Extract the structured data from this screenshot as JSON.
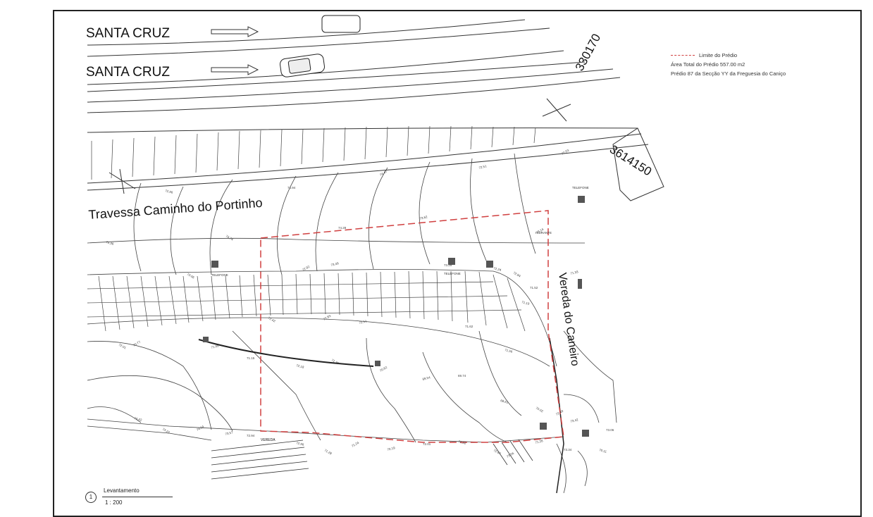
{
  "streets": {
    "top_1": "SANTA CRUZ",
    "top_2": "SANTA CRUZ",
    "travessa": "Travessa Caminho do Portinho",
    "vereda": "Vereda do Caneiro",
    "vereda_small": "VEREDA"
  },
  "coordinates": {
    "x_value": "330170",
    "y_value": "3614150"
  },
  "legend": {
    "boundary_label": "Limite do Prédio",
    "area_text": "Área Total do Prédio 557.00 m2",
    "parcel_text": "Prédio 87 da Secção YY da Freguesia do Caniço",
    "boundary_color": "#d04040"
  },
  "scale_block": {
    "number": "1",
    "title": "Levantamento",
    "ratio": "1 : 200"
  },
  "spot_levels": [
    "72.53",
    "72.51",
    "74.94",
    "72.96",
    "74.74",
    "74.47",
    "73.62",
    "74.28",
    "75.36",
    "73.06",
    "72.92",
    "73.49",
    "73.29",
    "72.24",
    "72.94",
    "73.14",
    "71.33",
    "71.52",
    "71.19",
    "72.42",
    "72.83",
    "72.51",
    "71.62",
    "71.56",
    "72.01",
    "70.77",
    "71.08",
    "71.15",
    "72.18",
    "71.39",
    "70.62",
    "69.54",
    "69.74",
    "68.61",
    "70.02",
    "72.49",
    "73.42",
    "73.06",
    "74.42",
    "73.22",
    "74.64",
    "73.57",
    "72.94",
    "72.96",
    "71.28",
    "71.24",
    "70.19",
    "72.01",
    "71.52",
    "72.97",
    "73.56",
    "71.28",
    "73.34",
    "70.11"
  ],
  "tags": {
    "telefone": "TELEFONE",
    "hidrante": "HIDRANTE"
  }
}
